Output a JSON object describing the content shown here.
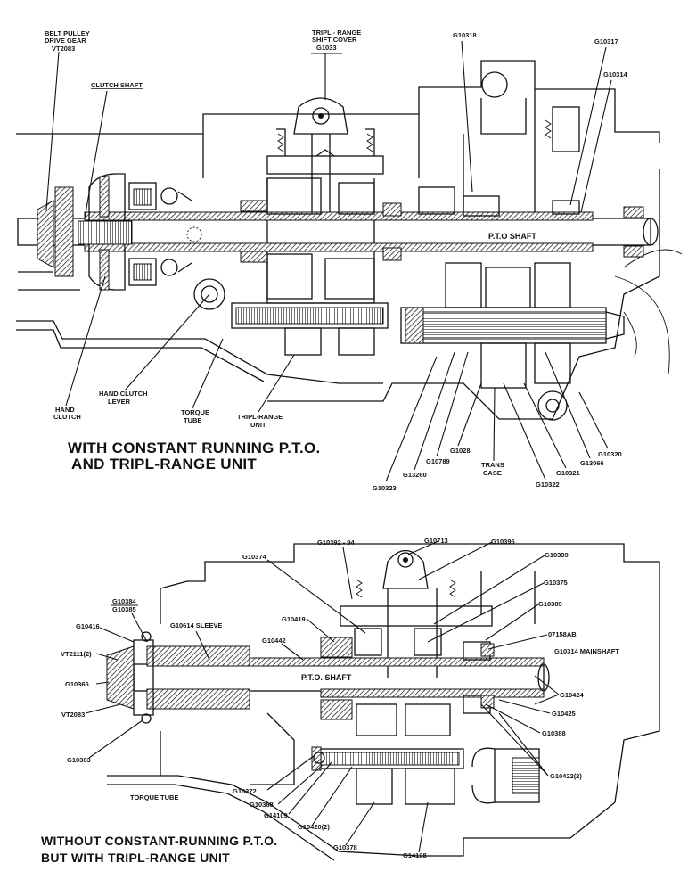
{
  "diagram1": {
    "caption_line1": "WITH CONSTANT RUNNING P.T.O.",
    "caption_line2": "AND TRIPL-RANGE UNIT",
    "shaft_label": "P.T.O SHAFT",
    "labels": {
      "belt_pulley_1": "BELT PULLEY",
      "belt_pulley_2": "DRIVE GEAR",
      "belt_pulley_3": "VT2083",
      "clutch_shaft": "CLUTCH SHAFT",
      "shift_cover_1": "TRIPL - RANGE",
      "shift_cover_2": "SHIFT COVER",
      "shift_cover_3": "G1033",
      "g10318": "G10318",
      "g10317": "G10317",
      "g10314": "G10314",
      "hand_clutch_1": "HAND",
      "hand_clutch_2": "CLUTCH",
      "hand_lever_1": "HAND CLUTCH",
      "hand_lever_2": "LEVER",
      "torque_tube_1": "TORQUE",
      "torque_tube_2": "TUBE",
      "unit_1": "TRIPL-RANGE",
      "unit_2": "UNIT",
      "g10323": "G10323",
      "g13260": "G13260",
      "g10789": "G10789",
      "g1028": "G1028",
      "trans_case_1": "TRANS",
      "trans_case_2": "CASE",
      "g10322": "G10322",
      "g10321": "G10321",
      "g13066": "G13066",
      "g10320": "G10320"
    }
  },
  "diagram2": {
    "caption_line1": "WITHOUT CONSTANT-RUNNING P.T.O.",
    "caption_line2": "BUT WITH TRIPL-RANGE UNIT",
    "shaft_label": "P.T.O. SHAFT",
    "labels": {
      "g10392": "G10392 - 94",
      "g10713": "G10713",
      "g10396": "G10396",
      "g10374": "G10374",
      "g10399": "G10399",
      "g10375": "G10375",
      "g10384": "G10384",
      "g10385": "G10385",
      "g10389": "G10389",
      "g10416": "G10416",
      "g10614": "G10614 SLEEVE",
      "g10419": "G10419",
      "g10442": "G10442",
      "o7158ab": "07158AB",
      "mainshaft": "G10314 MAINSHAFT",
      "vt2111": "VT2111(2)",
      "g10365": "G10365",
      "g10424": "G10424",
      "g10425": "G10425",
      "vt2083": "VT2083",
      "g10388": "G10388",
      "g10383": "G10383",
      "g10422": "G10422(2)",
      "g10372": "G10372",
      "torque_tube": "TORQUE TUBE",
      "g10368": "G10368",
      "g14109": "G14109",
      "g10420": "G10420(2)",
      "g10378": "G10378",
      "g14108": "G14108"
    }
  }
}
